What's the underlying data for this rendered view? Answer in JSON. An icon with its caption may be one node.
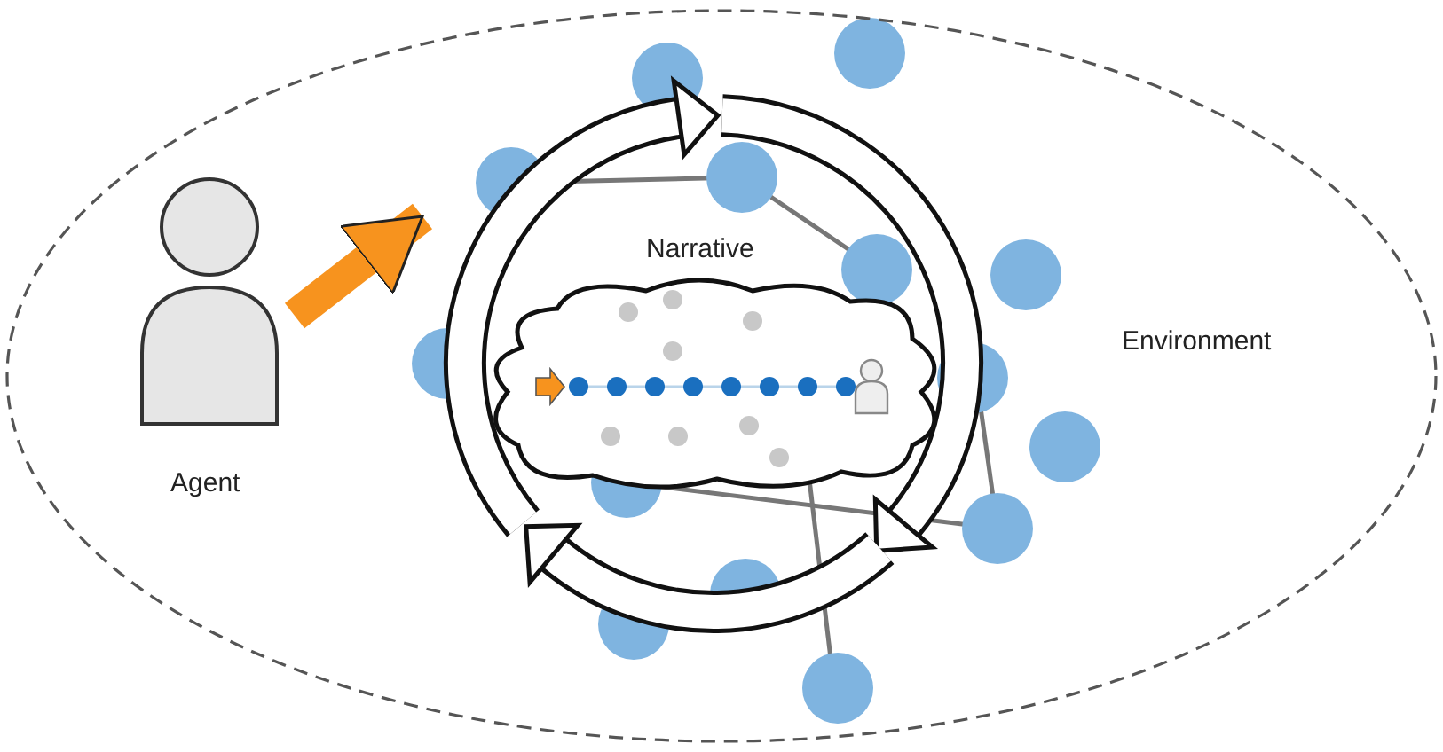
{
  "diagram": {
    "nodes": [
      {
        "text": [
          "Environment"
        ]
      },
      {
        "text": [
          "Agent"
        ],
        "in": 0
      },
      {
        "text": [
          "Narrative"
        ],
        "in": 0
      },
      {
        "text": [],
        "shape": "cloud",
        "in": 2
      }
    ],
    "edges": [
      {
        "from": 1,
        "to": 2,
        "arrow": "to",
        "color": "#f7931e"
      }
    ]
  }
}
